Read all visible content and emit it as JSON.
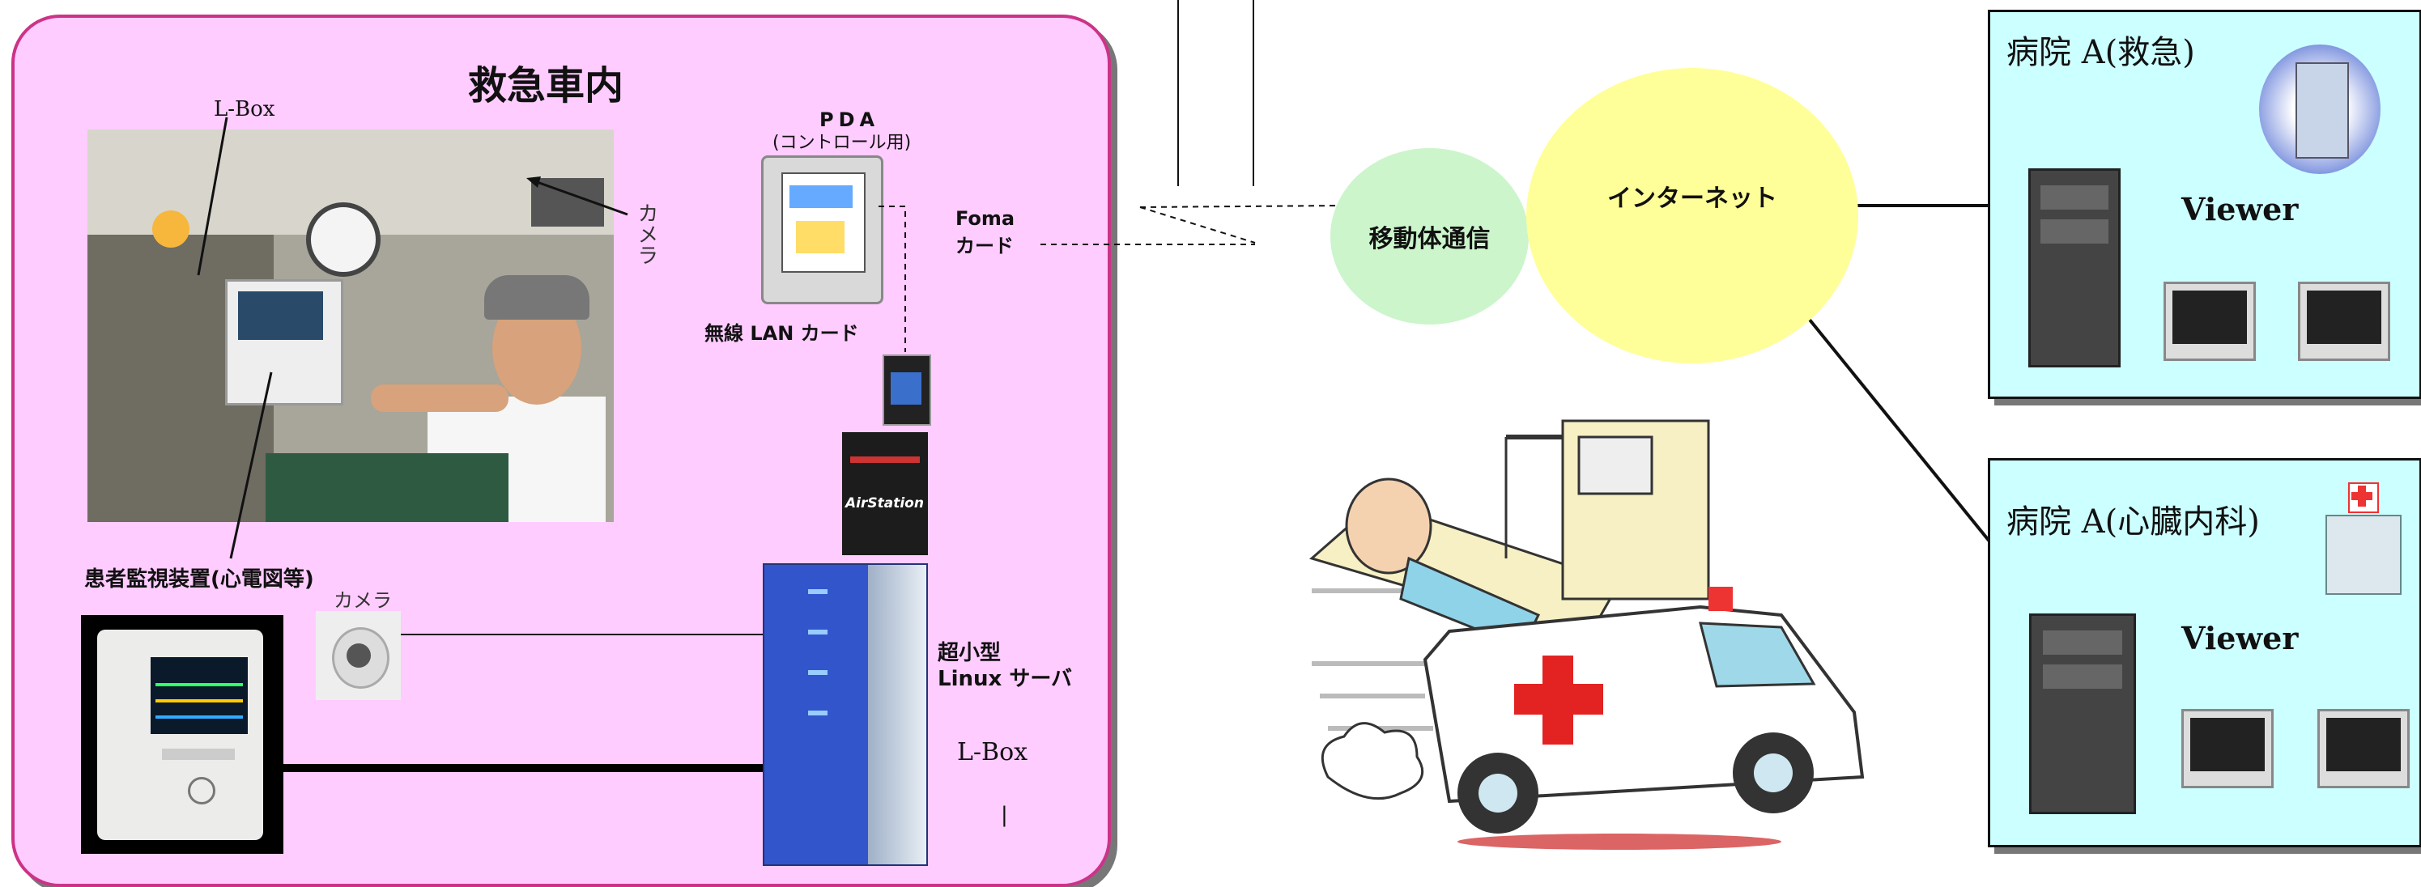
{
  "ambulance": {
    "title": "救急車内",
    "lbox_top_label": "L-Box",
    "camera_label_top": "カメラ",
    "patient_monitor_label": "患者監視装置(心電図等)",
    "camera_label_bottom": "カメラ",
    "pda_label": "PDA",
    "pda_sub_label": "(コントロール用)",
    "wireless_lan_label": "無線 LAN カード",
    "foma_label": "Foma",
    "foma_card_label": "カード",
    "server_label_1": "超小型",
    "server_label_2": "Linux サーバ",
    "lbox_server_label": "L-Box",
    "pipe_mark": "|",
    "airstation_text": "AirStation"
  },
  "network": {
    "mobile_comm": "移動体通信",
    "internet": "インターネット"
  },
  "hospitals": [
    {
      "title": "病院 A(救急)",
      "viewer": "Viewer"
    },
    {
      "title": "病院 A(心臓内科)",
      "viewer": "Viewer"
    }
  ],
  "colors": {
    "panel_pink": "#ffccff",
    "panel_border": "#cc3388",
    "hospital_bg": "#ccffff",
    "mobile_bubble": "#ccf5cc",
    "internet_bubble": "#ffff99",
    "server_blue": "#3355cc"
  }
}
